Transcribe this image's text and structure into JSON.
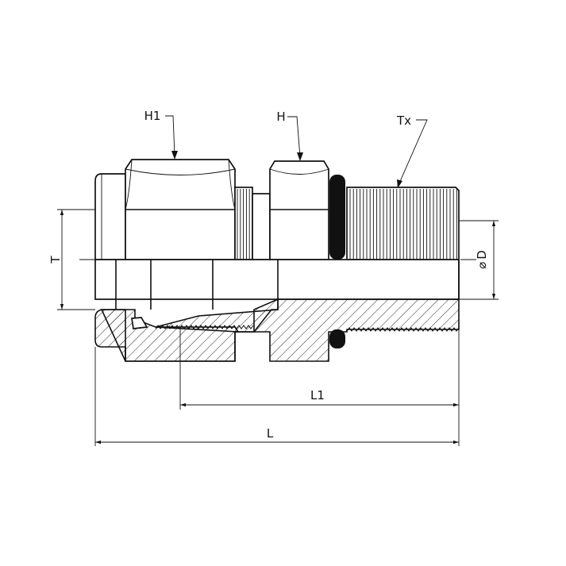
{
  "labels": {
    "h1": "H1",
    "h": "H",
    "tx": "Tx",
    "t": "T",
    "d": "D",
    "diameter_symbol": "⌀",
    "l1": "L1",
    "l": "L"
  }
}
